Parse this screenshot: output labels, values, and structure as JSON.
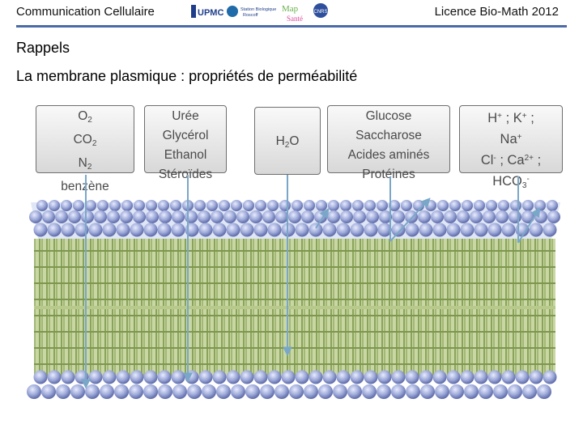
{
  "header": {
    "course": "Communication Cellulaire",
    "program": "Licence Bio-Math 2012",
    "logos": {
      "upmc": "UPMC",
      "station1": "Station Biologique",
      "station2": "Roscoff",
      "mapp1": "Map",
      "mapp2": "Santé",
      "cnrs": "CNRS"
    }
  },
  "section_title": "Rappels",
  "slide_title": "La membrane plasmique : propriétés de perméabilité",
  "boxes": {
    "gases": {
      "l1_base": "O",
      "l1_sub": "2",
      "l2_base": "CO",
      "l2_sub": "2",
      "l3_base": "N",
      "l3_sub": "2",
      "l4": "benzène"
    },
    "small_polar": {
      "l1": "Urée",
      "l2": "Glycérol",
      "l3": "Ethanol",
      "l4": "Stéroïdes"
    },
    "water": {
      "base": "H",
      "sub": "2",
      "tail": "O"
    },
    "large_polar": {
      "l1": "Glucose",
      "l2": "Saccharose",
      "l3": "Acides aminés",
      "l4": "Protéines"
    },
    "ions": {
      "h": "H",
      "h_sup": "+",
      "sep1": " ; ",
      "k": "K",
      "k_sup": "+",
      "sep1b": " ;",
      "na": "Na",
      "na_sup": "+",
      "cl": "Cl",
      "cl_sup": "-",
      "sep2": " ; ",
      "ca": "Ca",
      "ca_sup": "2+",
      "sep2b": " ;",
      "hco": "HCO",
      "hco_sub": "3",
      "hco_sup": "-"
    }
  },
  "colors": {
    "rule": "#4a6aa8",
    "arrow": "#7aa7c8",
    "head": "#9aa6d6",
    "tail": "#b2c98a"
  }
}
